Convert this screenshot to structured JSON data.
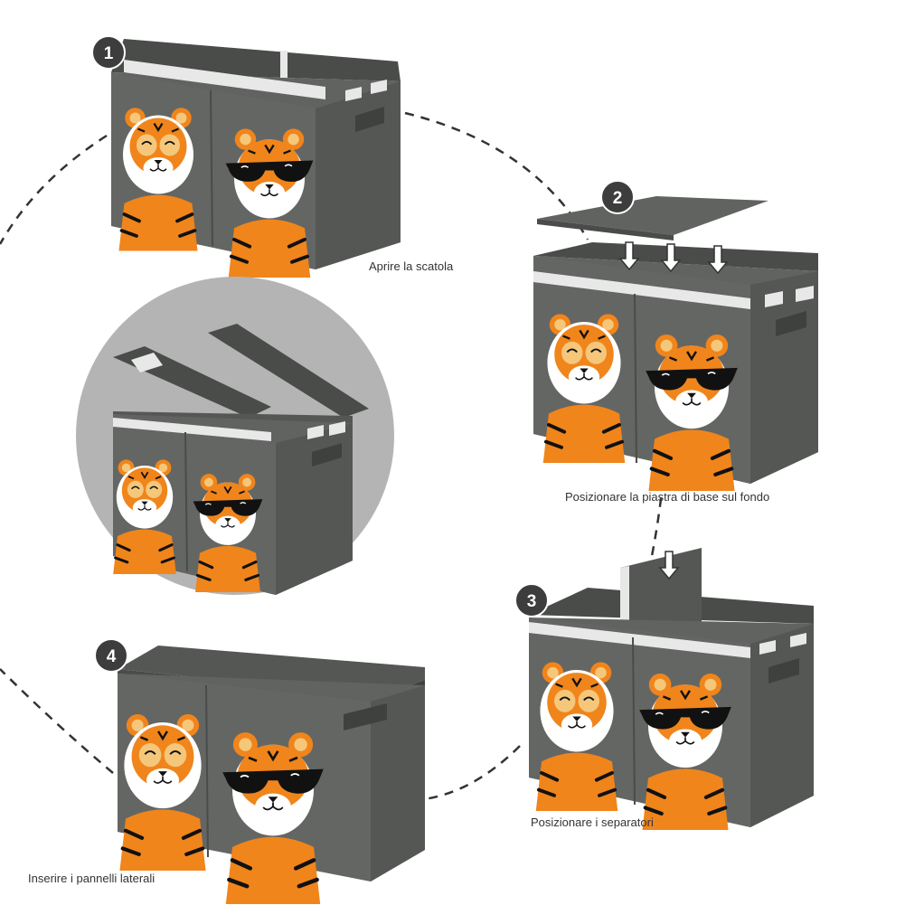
{
  "steps": [
    {
      "number": "1",
      "caption": "Aprire la scatola"
    },
    {
      "number": "2",
      "caption": "Posizionare la piastra di base sul fondo"
    },
    {
      "number": "3",
      "caption": "Posizionare i separatori"
    },
    {
      "number": "4",
      "caption": "Inserire i pannelli laterali"
    }
  ],
  "colors": {
    "box_body": "#616361",
    "box_dark": "#4a4c4a",
    "box_top": "#555755",
    "trim": "#e8e8e8",
    "tiger_orange": "#f0851c",
    "tiger_face_light": "#f5c77a",
    "dashed_path": "#333333",
    "circle_bg": "#b4b4b4",
    "step_badge": "#3d3d3d"
  }
}
